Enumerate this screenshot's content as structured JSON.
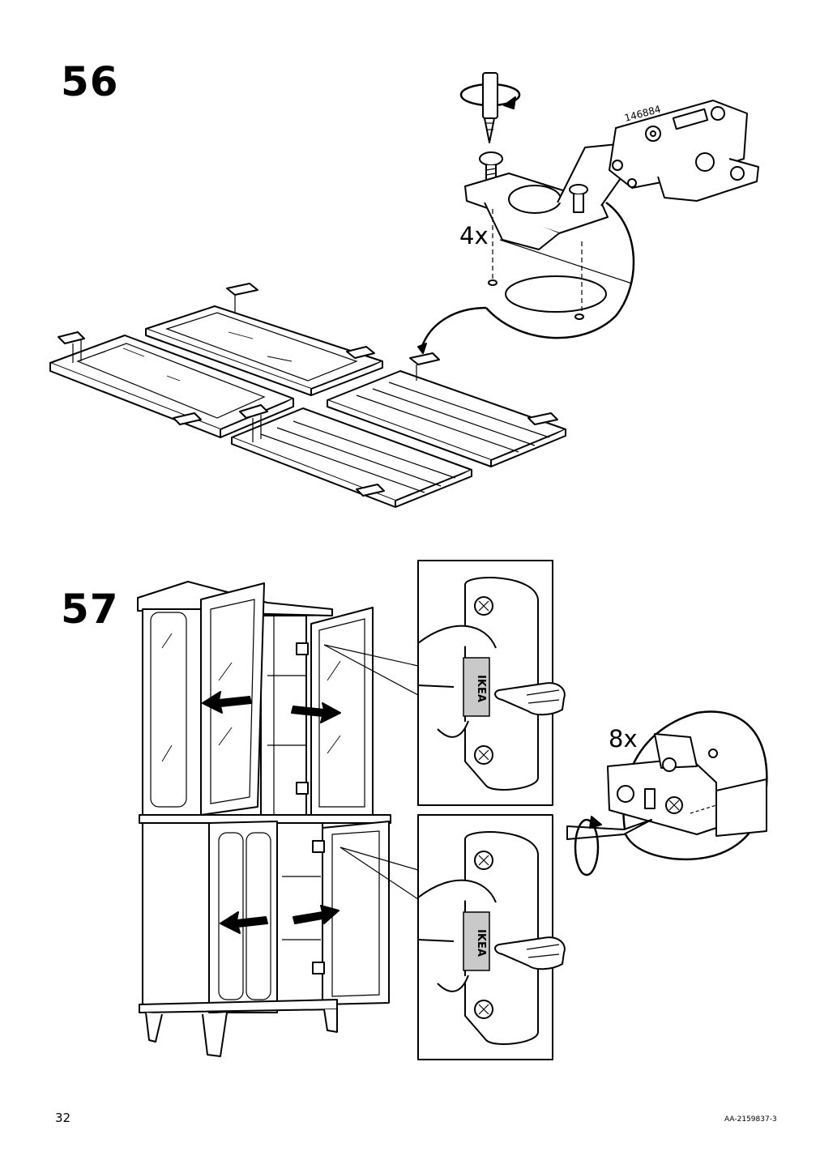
{
  "steps": [
    {
      "number": "56",
      "quantity_label": "4x",
      "part_number": "146884"
    },
    {
      "number": "57",
      "quantity_label": "8x"
    }
  ],
  "brand_label": "IKEA",
  "footer": {
    "page_number": "32",
    "document_id": "AA-2159837-3"
  },
  "icons": [
    "screwdriver-rotate-icon",
    "hinge-icon",
    "screw-icon",
    "pointing-hand-icon",
    "arrow-icon"
  ]
}
